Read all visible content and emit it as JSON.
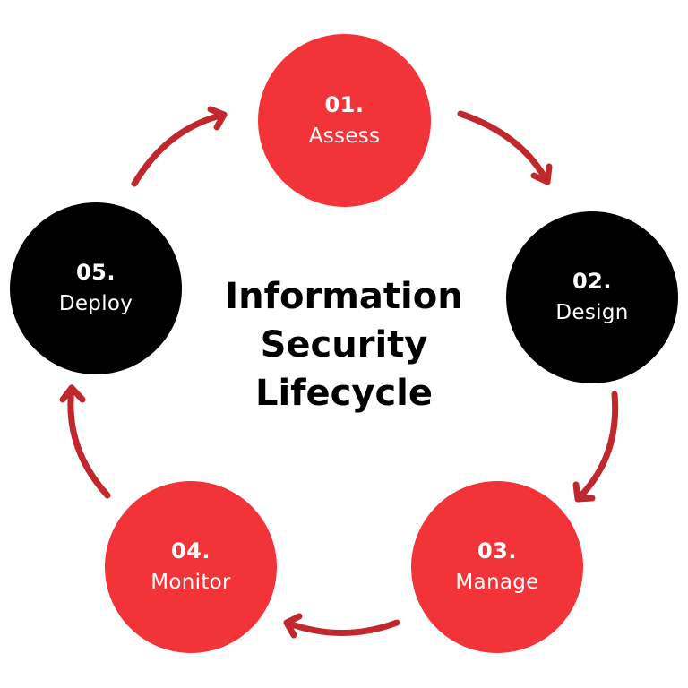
{
  "title": {
    "lines": [
      "Information",
      "Security",
      "Lifecycle"
    ]
  },
  "colors": {
    "accent_red": "#f23338",
    "node_black": "#000000",
    "arrow_red": "#c0282d",
    "text_on_node": "#ffffff"
  },
  "steps": [
    {
      "number": "01.",
      "label": "Assess",
      "color": "#f23338"
    },
    {
      "number": "02.",
      "label": "Design",
      "color": "#000000"
    },
    {
      "number": "03.",
      "label": "Manage",
      "color": "#f23338"
    },
    {
      "number": "04.",
      "label": "Monitor",
      "color": "#f23338"
    },
    {
      "number": "05.",
      "label": "Deploy",
      "color": "#000000"
    }
  ]
}
